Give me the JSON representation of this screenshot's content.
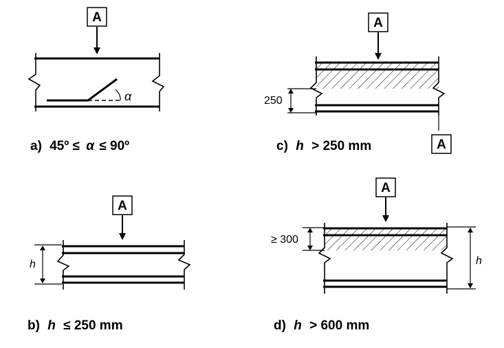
{
  "panels": {
    "a": {
      "caption_letter": "a)",
      "caption_text": "45º ≤",
      "caption_symbol": "α",
      "caption_text2": "≤ 90º",
      "angle_label": "α",
      "load_label": "A"
    },
    "b": {
      "caption_letter": "b)",
      "caption_var": "h",
      "caption_text": "≤ 250 mm",
      "dim_label": "h",
      "load_label": "A"
    },
    "c": {
      "caption_letter": "c)",
      "caption_var": "h",
      "caption_text": "> 250 mm",
      "dim_label": "250",
      "load_label": "A",
      "extra_label": "A"
    },
    "d": {
      "caption_letter": "d)",
      "caption_var": "h",
      "caption_text": "> 600 mm",
      "dim_label_top": "≥ 300",
      "dim_label_right": "h",
      "load_label": "A"
    }
  }
}
